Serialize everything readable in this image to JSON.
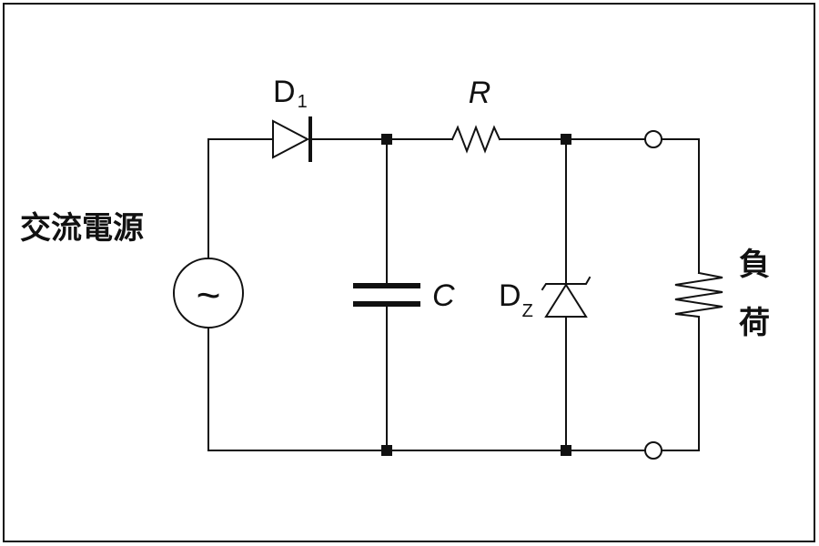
{
  "diagram": {
    "source_label": "交流電源",
    "source_symbol": "~",
    "diode1": {
      "main": "D",
      "sub": "1"
    },
    "resistor": "R",
    "capacitor": "C",
    "zener": {
      "main": "D",
      "sub": "Z"
    },
    "load_top": "負",
    "load_bottom": "荷"
  }
}
